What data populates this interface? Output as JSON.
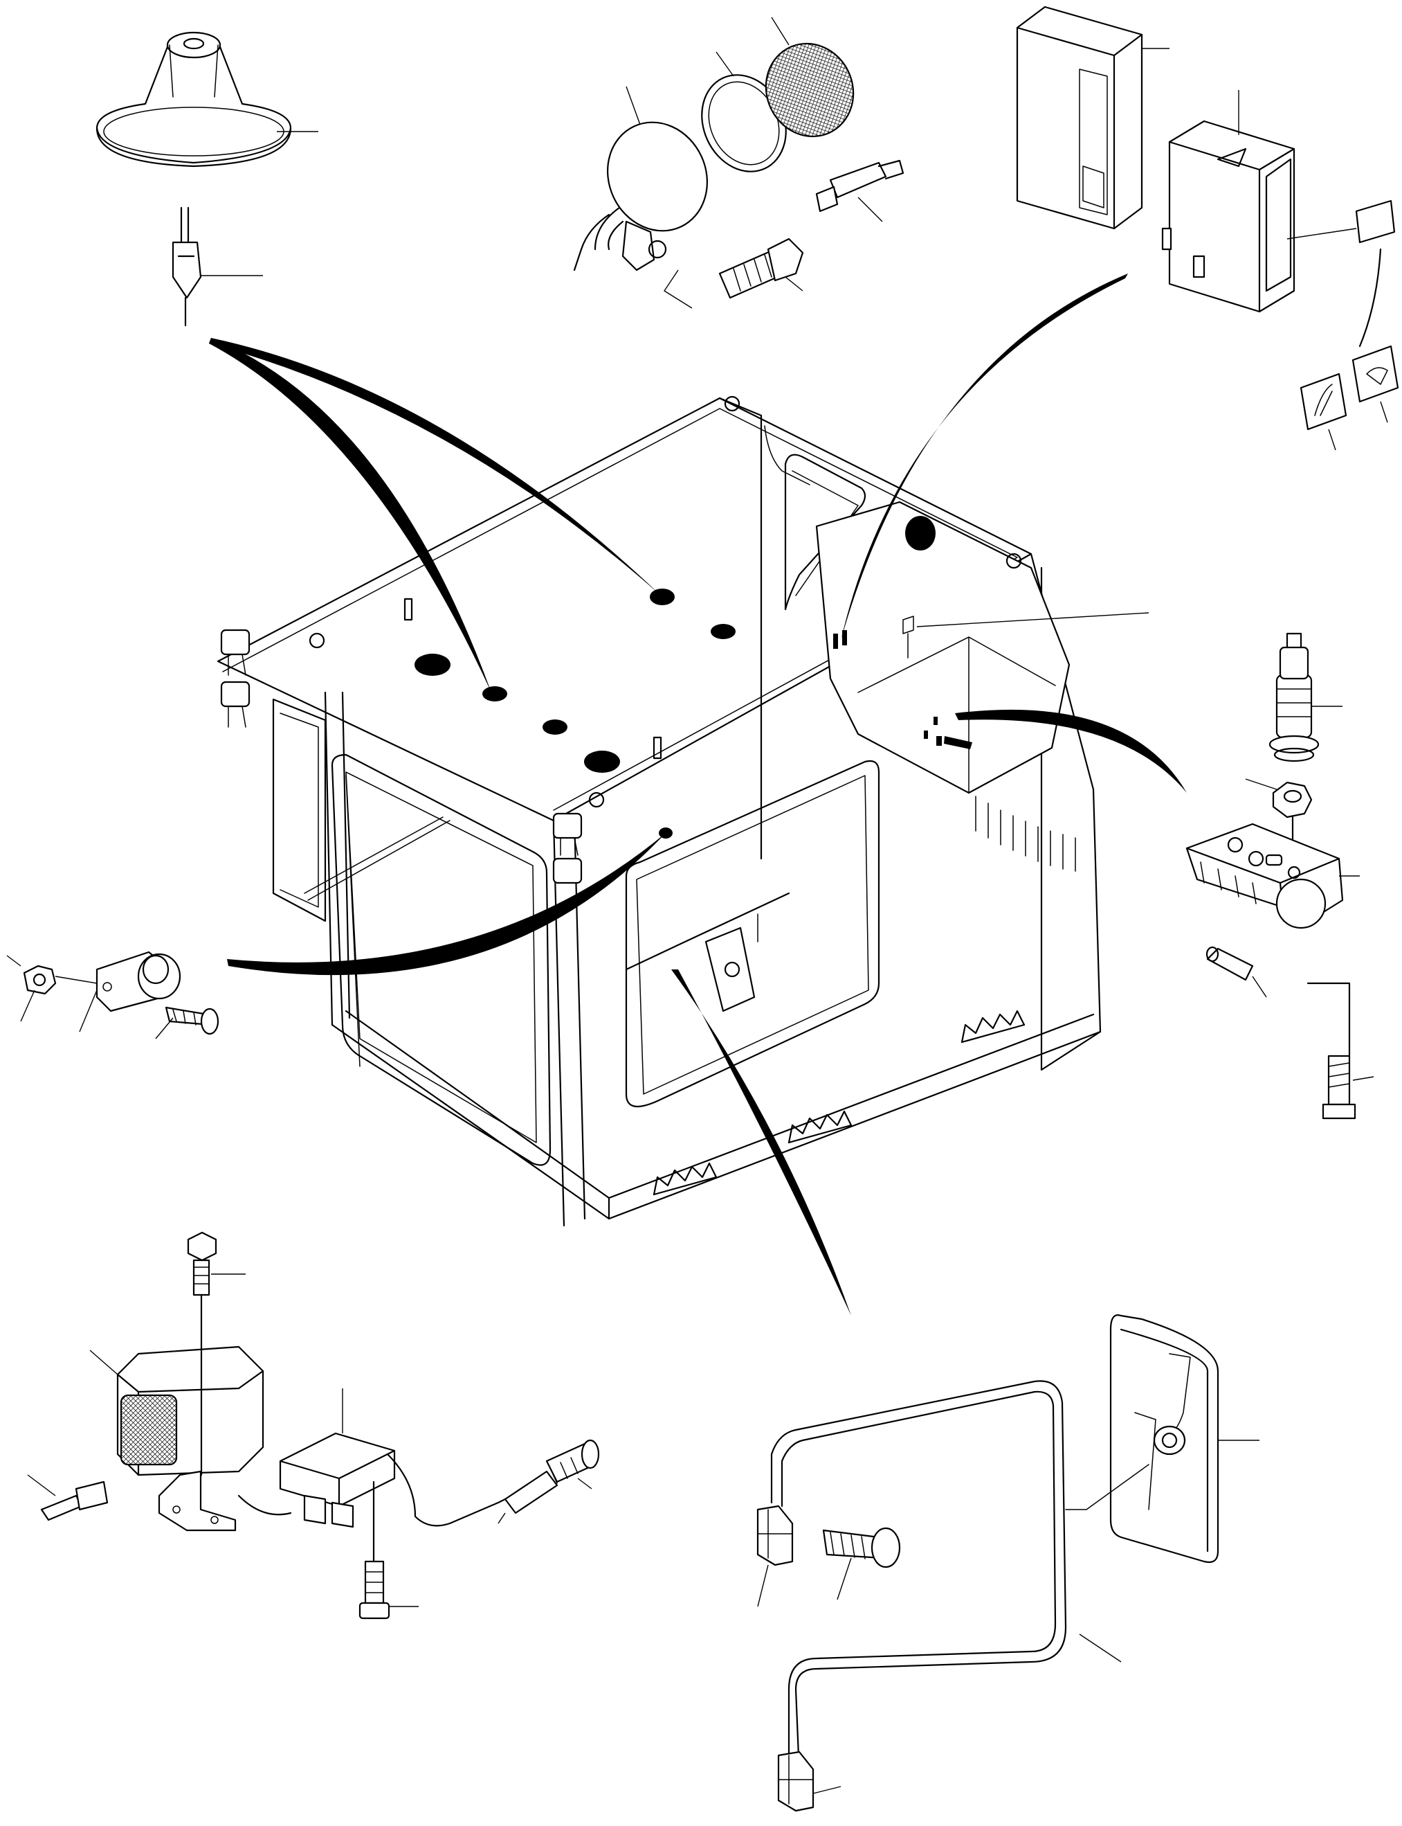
{
  "figure": {
    "colors": {
      "line": "#000000",
      "background": "#ffffff"
    },
    "parts": [
      "cab-frame",
      "horn",
      "horn-terminal",
      "work-lamp-front",
      "lamp-rim",
      "lamp-lens",
      "lamp-bulb",
      "lamp-bolt",
      "switch-housing",
      "rocker-switch",
      "switch-label",
      "wiper-symbol",
      "lamp-symbol",
      "antenna-socket",
      "nut",
      "socket-connector",
      "connector-screw",
      "cigarette-lighter",
      "lighter-nut",
      "dome-light",
      "dome-bulb",
      "dome-screw",
      "rear-work-lamp",
      "rear-lamp-bulb",
      "rear-lamp-bolt",
      "relay",
      "relay-screw",
      "cable-plug",
      "rear-view-mirror",
      "mirror-arm",
      "mirror-clamp",
      "clamp-screw",
      "lower-clamp"
    ]
  }
}
